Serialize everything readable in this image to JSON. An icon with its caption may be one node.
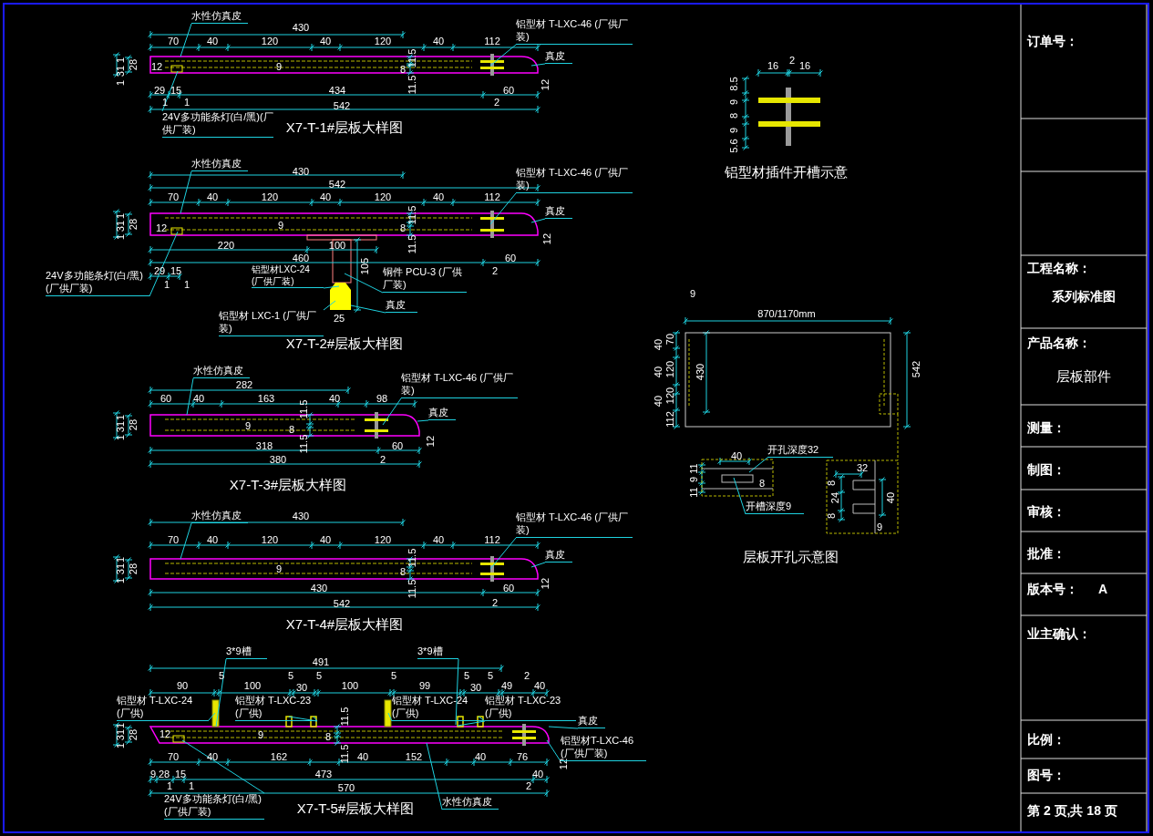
{
  "diagram": {
    "nodes": [
      {
        "text": [
          "水性仿真皮"
        ]
      },
      {
        "text": [
          "铝型材 T-LXC-46 (厂供厂装)"
        ]
      },
      {
        "text": [
          "真皮"
        ]
      },
      {
        "text": [
          "24V多功能条灯(白/黑)(厂供厂装)"
        ]
      },
      {
        "text": [
          "水性仿真皮"
        ]
      },
      {
        "text": [
          "铝型材 T-LXC-46 (厂供厂装)"
        ]
      },
      {
        "text": [
          "真皮"
        ]
      },
      {
        "text": [
          "24V多功能条灯(白/黑)(厂供厂装)"
        ]
      },
      {
        "text": [
          "铝型材LXC-24 (厂供厂装)"
        ]
      },
      {
        "text": [
          "铜件 PCU-3 (厂供厂装)"
        ]
      },
      {
        "text": [
          "真皮"
        ]
      },
      {
        "text": [
          "铝型材 LXC-1 (厂供厂装)"
        ]
      },
      {
        "text": [
          "水性仿真皮"
        ]
      },
      {
        "text": [
          "铝型材 T-LXC-46 (厂供厂装)"
        ]
      },
      {
        "text": [
          "真皮"
        ]
      },
      {
        "text": [
          "水性仿真皮"
        ]
      },
      {
        "text": [
          "铝型材 T-LXC-46 (厂供厂装)"
        ]
      },
      {
        "text": [
          "真皮"
        ]
      },
      {
        "text": [
          "3*9槽"
        ]
      },
      {
        "text": [
          "3*9槽"
        ]
      },
      {
        "text": [
          "铝型材 T-LXC-24 (厂供)"
        ]
      },
      {
        "text": [
          "铝型材 T-LXC-23 (厂供)"
        ]
      },
      {
        "text": [
          "铝型材 T-LXC-24 (厂供)"
        ]
      },
      {
        "text": [
          "铝型材 T-LXC-23 (厂供)"
        ]
      },
      {
        "text": [
          "真皮"
        ]
      },
      {
        "text": [
          "铝型材T-LXC-46 (厂供厂装)"
        ]
      },
      {
        "text": [
          "水性仿真皮"
        ]
      },
      {
        "text": [
          "24V多功能条灯(白/黑)(厂供厂装)"
        ]
      },
      {
        "text": [
          "开孔深度32"
        ]
      },
      {
        "text": [
          "开槽深度9"
        ]
      },
      {
        "text": [],
        "shape": "picture"
      },
      {
        "text": [],
        "shape": "picture"
      },
      {
        "text": [],
        "shape": "picture"
      },
      {
        "text": [],
        "shape": "picture"
      },
      {
        "text": [],
        "shape": "picture"
      },
      {
        "text": [],
        "shape": "picture"
      },
      {
        "text": [],
        "shape": "picture"
      }
    ],
    "edges": [
      {
        "from": 0,
        "to": 30,
        "arrow": "none"
      },
      {
        "from": 1,
        "to": 30,
        "arrow": "none"
      },
      {
        "from": 2,
        "to": 30,
        "arrow": "none"
      },
      {
        "from": 3,
        "to": 30,
        "arrow": "none"
      },
      {
        "from": 4,
        "to": 31,
        "arrow": "none"
      },
      {
        "from": 5,
        "to": 31,
        "arrow": "none"
      },
      {
        "from": 6,
        "to": 31,
        "arrow": "none"
      },
      {
        "from": 7,
        "to": 31,
        "arrow": "none"
      },
      {
        "from": 8,
        "to": 36,
        "arrow": "none"
      },
      {
        "from": 9,
        "to": 36,
        "arrow": "none"
      },
      {
        "from": 10,
        "to": 36,
        "arrow": "none"
      },
      {
        "from": 11,
        "to": 36,
        "arrow": "none"
      },
      {
        "from": 12,
        "to": 32,
        "arrow": "none"
      },
      {
        "from": 13,
        "to": 32,
        "arrow": "none"
      },
      {
        "from": 14,
        "to": 32,
        "arrow": "none"
      },
      {
        "from": 15,
        "to": 33,
        "arrow": "none"
      },
      {
        "from": 16,
        "to": 33,
        "arrow": "none"
      },
      {
        "from": 17,
        "to": 33,
        "arrow": "none"
      },
      {
        "from": 18,
        "to": 34,
        "arrow": "none"
      },
      {
        "from": 19,
        "to": 34,
        "arrow": "none"
      },
      {
        "from": 20,
        "to": 34,
        "arrow": "none"
      },
      {
        "from": 21,
        "to": 34,
        "arrow": "none"
      },
      {
        "from": 21,
        "to": 34,
        "arrow": "none"
      },
      {
        "from": 22,
        "to": 34,
        "arrow": "none"
      },
      {
        "from": 23,
        "to": 34,
        "arrow": "none"
      },
      {
        "from": 23,
        "to": 34,
        "arrow": "none"
      },
      {
        "from": 24,
        "to": 34,
        "arrow": "none"
      },
      {
        "from": 25,
        "to": 34,
        "arrow": "none"
      },
      {
        "from": 26,
        "to": 34,
        "arrow": "none"
      },
      {
        "from": 27,
        "to": 34,
        "arrow": "none"
      },
      {
        "from": 28,
        "to": 35,
        "arrow": "none"
      },
      {
        "from": 29,
        "to": 35,
        "arrow": "none"
      }
    ],
    "labels": [
      "430",
      "70",
      "40",
      "120",
      "40",
      "120",
      "40",
      "112",
      "1",
      "31",
      "1",
      "28",
      "12",
      "9",
      "11.5",
      "8",
      "11.5",
      "29",
      "15",
      "434",
      "60",
      "1",
      "1",
      "542",
      "2",
      "12",
      "X7-T-1#层板大样图",
      "430",
      "542",
      "70",
      "40",
      "120",
      "40",
      "120",
      "40",
      "112",
      "1",
      "31",
      "1",
      "28",
      "12",
      "9",
      "11.5",
      "8",
      "11.5",
      "220",
      "100",
      "460",
      "60",
      "29",
      "15",
      "1",
      "1",
      "2",
      "105",
      "25",
      "12",
      "X7-T-2#层板大样图",
      "282",
      "60",
      "40",
      "163",
      "40",
      "98",
      "1",
      "31",
      "1",
      "28",
      "9",
      "11.5",
      "8",
      "11.5",
      "318",
      "60",
      "380",
      "2",
      "12",
      "X7-T-3#层板大样图",
      "430",
      "70",
      "40",
      "120",
      "40",
      "120",
      "40",
      "112",
      "1",
      "31",
      "1",
      "28",
      "9",
      "11.5",
      "8",
      "11.5",
      "430",
      "60",
      "542",
      "2",
      "12",
      "X7-T-4#层板大样图",
      "491",
      "90",
      "5",
      "100",
      "5",
      "30",
      "5",
      "100",
      "5",
      "99",
      "5",
      "30",
      "5",
      "49",
      "2",
      "40",
      "1",
      "31",
      "1",
      "28",
      "12",
      "9",
      "11.5",
      "8",
      "11.5",
      "70",
      "40",
      "162",
      "40",
      "152",
      "40",
      "76",
      "9",
      "28",
      "15",
      "473",
      "40",
      "1",
      "1",
      "570",
      "2",
      "12",
      "X7-T-5#层板大样图",
      "16",
      "2",
      "16",
      "8.5",
      "9",
      "8",
      "9",
      "5.6",
      "铝型材插件开槽示意",
      "9",
      "870/1170mm",
      "40",
      "70",
      "40",
      "120",
      "40",
      "120",
      "112",
      "430",
      "542",
      "40",
      "11",
      "9",
      "11",
      "8",
      "32",
      "8",
      "24",
      "8",
      "40",
      "9",
      "层板开孔示意图",
      "订单号：",
      "工程名称：",
      "系列标准图",
      "产品名称：",
      "层板部件",
      "测量：",
      "制图：",
      "审核：",
      "批准：",
      "版本号：",
      "A",
      "业主确认：",
      "比例：",
      "图号：",
      "第 2 页,共 18 页"
    ]
  }
}
